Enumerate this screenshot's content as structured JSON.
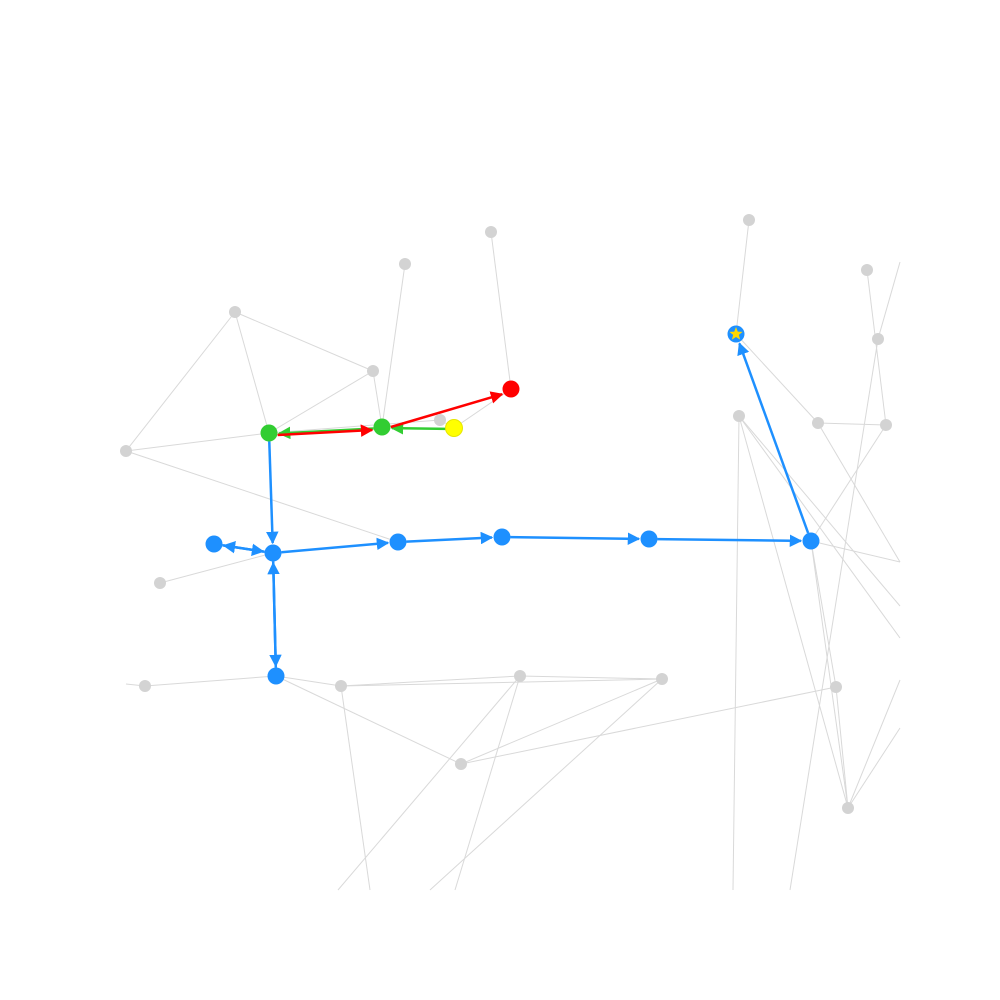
{
  "colors": {
    "background": "#ffffff",
    "bg_edge": "#d9d9d9",
    "bg_node": "#d3d3d3",
    "blue": "#1e90ff",
    "green": "#32cd32",
    "red": "#ff0000",
    "yellow": "#ffff00",
    "star": "#ffd700"
  },
  "nodes": [
    {
      "id": "g1",
      "kind": "bg"
    },
    {
      "id": "g2",
      "kind": "bg"
    },
    {
      "id": "g3",
      "kind": "bg"
    },
    {
      "id": "g4",
      "kind": "bg"
    },
    {
      "id": "g5",
      "kind": "bg"
    },
    {
      "id": "g6",
      "kind": "bg"
    },
    {
      "id": "g7",
      "kind": "bg"
    },
    {
      "id": "g8",
      "kind": "bg"
    },
    {
      "id": "g9",
      "kind": "bg"
    },
    {
      "id": "g10",
      "kind": "bg"
    },
    {
      "id": "g11",
      "kind": "bg"
    },
    {
      "id": "g12",
      "kind": "bg"
    },
    {
      "id": "g13",
      "kind": "bg"
    },
    {
      "id": "g14",
      "kind": "bg"
    },
    {
      "id": "g15",
      "kind": "bg"
    },
    {
      "id": "g16",
      "kind": "bg"
    },
    {
      "id": "g17",
      "kind": "bg"
    },
    {
      "id": "g18",
      "kind": "bg"
    },
    {
      "id": "g19",
      "kind": "bg"
    },
    {
      "id": "g20",
      "kind": "bg"
    },
    {
      "id": "red",
      "kind": "red"
    },
    {
      "id": "yellow",
      "kind": "yellow"
    },
    {
      "id": "green1",
      "kind": "green"
    },
    {
      "id": "green2",
      "kind": "green"
    },
    {
      "id": "b1",
      "kind": "blue"
    },
    {
      "id": "b2",
      "kind": "blue"
    },
    {
      "id": "b3",
      "kind": "blue"
    },
    {
      "id": "b4",
      "kind": "blue"
    },
    {
      "id": "b5",
      "kind": "blue"
    },
    {
      "id": "b6",
      "kind": "blue"
    },
    {
      "id": "b7",
      "kind": "blue"
    },
    {
      "id": "b8",
      "kind": "blue"
    },
    {
      "id": "target",
      "kind": "target"
    }
  ],
  "edges": [
    {
      "from": "g5",
      "to": "green2",
      "kind": "bg"
    },
    {
      "from": "g5",
      "to": "g1",
      "kind": "bg"
    },
    {
      "from": "g5",
      "to": "g4",
      "kind": "bg"
    },
    {
      "from": "g1",
      "to": "green2",
      "kind": "bg"
    },
    {
      "from": "g1",
      "to": "green1",
      "kind": "bg"
    },
    {
      "from": "g4",
      "to": "green2",
      "kind": "bg"
    },
    {
      "from": "g4",
      "to": "b3",
      "kind": "bg"
    },
    {
      "from": "g2",
      "to": "green1",
      "kind": "bg"
    },
    {
      "from": "g3",
      "to": "green2",
      "kind": "bg"
    },
    {
      "from": "g3",
      "to": "yellow",
      "kind": "bg"
    },
    {
      "from": "g7",
      "to": "red",
      "kind": "bg"
    },
    {
      "from": "red",
      "to": "yellow",
      "kind": "bg"
    },
    {
      "from": "g6",
      "to": "b2",
      "kind": "bg"
    },
    {
      "from": "g8",
      "to": "b4",
      "kind": "bg"
    },
    {
      "from": "b4",
      "to": "g9",
      "kind": "bg"
    },
    {
      "from": "b4",
      "to": "g10",
      "kind": "bg"
    },
    {
      "from": "g9",
      "to": "g12",
      "kind": "bg"
    },
    {
      "from": "g9",
      "to": "g11",
      "kind": "bg"
    },
    {
      "from": "g12",
      "to": "g10",
      "kind": "bg"
    },
    {
      "from": "g10",
      "to": "g13",
      "kind": "bg"
    },
    {
      "from": "g12",
      "to": "g11",
      "kind": "bg"
    },
    {
      "from": "g13",
      "to": "g14",
      "kind": "bg"
    },
    {
      "from": "g13",
      "to": "b8",
      "kind": "bg"
    },
    {
      "from": "b8",
      "to": "g14",
      "kind": "bg"
    },
    {
      "from": "g14",
      "to": "g15",
      "kind": "bg"
    },
    {
      "from": "g16",
      "to": "target",
      "kind": "bg"
    },
    {
      "from": "target",
      "to": "g17",
      "kind": "bg"
    },
    {
      "from": "g17",
      "to": "g18",
      "kind": "bg"
    },
    {
      "from": "g18",
      "to": "g19",
      "kind": "bg"
    },
    {
      "from": "g18",
      "to": "b8",
      "kind": "bg"
    },
    {
      "from": "g20",
      "to": "g21",
      "kind": "bg"
    },
    {
      "from": "g17",
      "to": "g22",
      "kind": "bg"
    },
    {
      "from": "b8",
      "to": "g22",
      "kind": "bg"
    },
    {
      "from": "g14",
      "to": "g23",
      "kind": "bg"
    },
    {
      "from": "g15",
      "to": "g24",
      "kind": "bg"
    },
    {
      "from": "g15",
      "to": "g25",
      "kind": "bg"
    },
    {
      "from": "g14",
      "to": "g26",
      "kind": "bg"
    },
    {
      "from": "g11",
      "to": "g27",
      "kind": "bg"
    },
    {
      "from": "g12",
      "to": "g28",
      "kind": "bg"
    },
    {
      "from": "g11",
      "to": "g29",
      "kind": "bg"
    },
    {
      "from": "g9",
      "to": "g30",
      "kind": "bg"
    },
    {
      "from": "g8",
      "to": "g31",
      "kind": "bg"
    },
    {
      "from": "g15",
      "to": "g32",
      "kind": "bg"
    },
    {
      "from": "g20",
      "to": "g33",
      "kind": "bg"
    },
    {
      "from": "yellow",
      "to": "green1",
      "kind": "green"
    },
    {
      "from": "green1",
      "to": "green2",
      "kind": "green"
    },
    {
      "from": "green2",
      "to": "green1",
      "kind": "red"
    },
    {
      "from": "green1",
      "to": "red",
      "kind": "red"
    },
    {
      "from": "green2",
      "to": "b2",
      "kind": "blue"
    },
    {
      "from": "b2",
      "to": "b1",
      "kind": "blue"
    },
    {
      "from": "b1",
      "to": "b2",
      "kind": "blue"
    },
    {
      "from": "b2",
      "to": "b4",
      "kind": "blue"
    },
    {
      "from": "b4",
      "to": "b2",
      "kind": "blue"
    },
    {
      "from": "b2",
      "to": "b3",
      "kind": "blue"
    },
    {
      "from": "b3",
      "to": "b5",
      "kind": "blue"
    },
    {
      "from": "b5",
      "to": "b6",
      "kind": "blue"
    },
    {
      "from": "b6",
      "to": "b8",
      "kind": "blue"
    },
    {
      "from": "b8",
      "to": "target",
      "kind": "blue"
    }
  ]
}
